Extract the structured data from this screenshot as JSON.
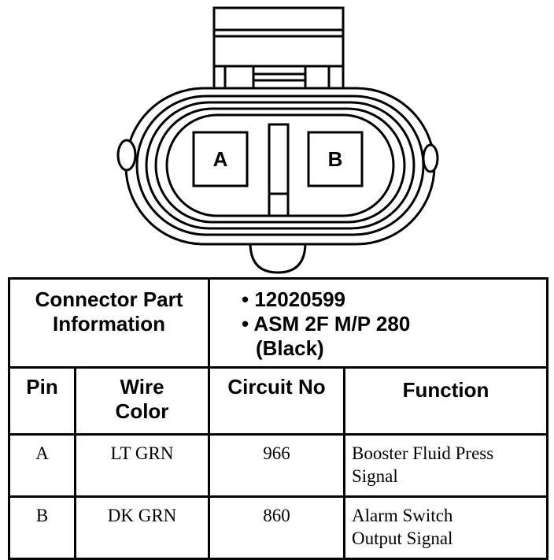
{
  "connector": {
    "pin_labels": [
      "A",
      "B"
    ]
  },
  "table": {
    "part_info_label_line1": "Connector Part",
    "part_info_label_line2": "Information",
    "part_number": "• 12020599",
    "part_desc_line1": "• ASM 2F M/P 280",
    "part_desc_line2": "(Black)",
    "headers": {
      "pin": "Pin",
      "wire_color_line1": "Wire",
      "wire_color_line2": "Color",
      "circuit_no": "Circuit No",
      "function": "Function"
    },
    "rows": [
      {
        "pin": "A",
        "wire_color": "LT GRN",
        "circuit_no": "966",
        "function_line1": "Booster Fluid Press",
        "function_line2": "Signal"
      },
      {
        "pin": "B",
        "wire_color": "DK GRN",
        "circuit_no": "860",
        "function_line1": "Alarm Switch",
        "function_line2": "Output Signal"
      }
    ]
  }
}
